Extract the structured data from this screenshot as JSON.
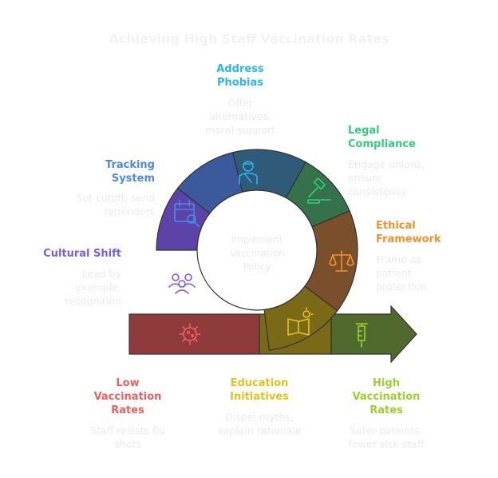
{
  "title": "Achieving High Staff Vaccination Rates",
  "center": [
    "Implement",
    "Vaccination",
    "Policy"
  ],
  "colors": {
    "low": "#8f3b3b",
    "low_text": "#f05f5f",
    "cultural": "#5b43a8",
    "cultural_text": "#7b5cf0",
    "tracking": "#3a5a9c",
    "tracking_text": "#4a8ae8",
    "phobias": "#2f5a78",
    "phobias_text": "#29b6f2",
    "legal": "#35714b",
    "legal_text": "#2fd07a",
    "ethical": "#7a4f2c",
    "ethical_text": "#f4922a",
    "education": "#7a6a18",
    "education_text": "#e8c21c",
    "high": "#4f6a2c",
    "high_text": "#9ad32b"
  },
  "stages": {
    "low": {
      "label": [
        "Low",
        "Vaccination",
        "Rates"
      ],
      "desc": [
        "Staff resists flu",
        "shots"
      ],
      "icon": "virus-icon"
    },
    "cultural": {
      "label": [
        "Cultural Shift"
      ],
      "desc": [
        "Lead by",
        "example,",
        "recognition"
      ],
      "icon": "people-icon"
    },
    "tracking": {
      "label": [
        "Tracking",
        "System"
      ],
      "desc": [
        "Set cutoff, send",
        "reminders"
      ],
      "icon": "calendar-search-icon"
    },
    "phobias": {
      "label": [
        "Address",
        "Phobias"
      ],
      "desc": [
        "Offer",
        "alternatives,",
        "moral support"
      ],
      "icon": "patient-icon"
    },
    "legal": {
      "label": [
        "Legal",
        "Compliance"
      ],
      "desc": [
        "Engage unions,",
        "ensure",
        "consistency"
      ],
      "icon": "gavel-icon"
    },
    "ethical": {
      "label": [
        "Ethical",
        "Framework"
      ],
      "desc": [
        "Frame as",
        "patient",
        "protection"
      ],
      "icon": "scales-icon"
    },
    "education": {
      "label": [
        "Education",
        "Initiatives"
      ],
      "desc": [
        "Dispel myths,",
        "explain rationale"
      ],
      "icon": "book-idea-icon"
    },
    "high": {
      "label": [
        "High",
        "Vaccination",
        "Rates"
      ],
      "desc": [
        "Safer patients,",
        "fewer sick staff"
      ],
      "icon": "syringe-icon"
    }
  }
}
